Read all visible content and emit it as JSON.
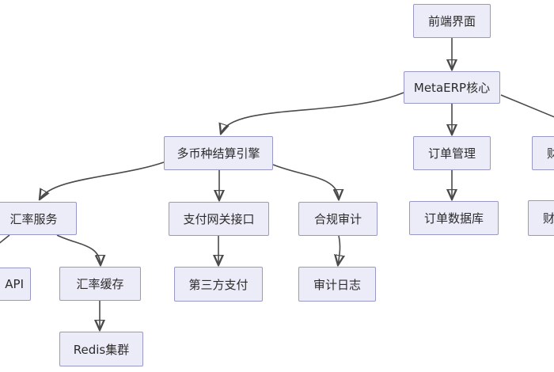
{
  "style": {
    "node_fill": "#ececf9",
    "node_border": "#9898c6",
    "edge_color": "#4a4a4a",
    "text_color": "#2b2b2b",
    "background": "#ffffff"
  },
  "diagram": {
    "type": "flowchart",
    "nodes": {
      "frontend": {
        "label": "前端界面"
      },
      "core": {
        "label": "MetaERP核心"
      },
      "settlement": {
        "label": "多币种结算引擎"
      },
      "order_mgmt": {
        "label": "订单管理"
      },
      "finance_mgmt": {
        "label": "财务管理"
      },
      "fx_service": {
        "label": "汇率服务"
      },
      "payment_gateway": {
        "label": "支付网关接口"
      },
      "compliance": {
        "label": "合规审计"
      },
      "order_db": {
        "label": "订单数据库"
      },
      "finance_db": {
        "label": "财务数据库"
      },
      "api": {
        "label": "API"
      },
      "fx_cache": {
        "label": "汇率缓存"
      },
      "third_party_payment": {
        "label": "第三方支付"
      },
      "audit_log": {
        "label": "审计日志"
      },
      "redis": {
        "label": "Redis集群"
      }
    },
    "edges": [
      {
        "from": "前端界面",
        "to": "MetaERP核心"
      },
      {
        "from": "MetaERP核心",
        "to": "多币种结算引擎"
      },
      {
        "from": "MetaERP核心",
        "to": "订单管理"
      },
      {
        "from": "MetaERP核心",
        "to": "财务管理"
      },
      {
        "from": "多币种结算引擎",
        "to": "汇率服务"
      },
      {
        "from": "多币种结算引擎",
        "to": "支付网关接口"
      },
      {
        "from": "多币种结算引擎",
        "to": "合规审计"
      },
      {
        "from": "汇率服务",
        "to": "API"
      },
      {
        "from": "汇率服务",
        "to": "汇率缓存"
      },
      {
        "from": "汇率缓存",
        "to": "Redis集群"
      },
      {
        "from": "支付网关接口",
        "to": "第三方支付"
      },
      {
        "from": "合规审计",
        "to": "审计日志"
      },
      {
        "from": "订单管理",
        "to": "订单数据库"
      }
    ]
  }
}
